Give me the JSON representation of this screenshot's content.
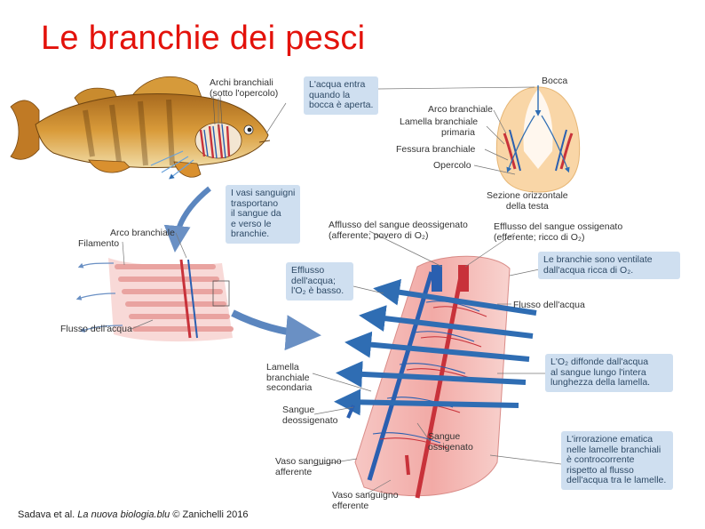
{
  "title": "Le branchie dei pesci",
  "labels": {
    "archi_branchiali": [
      "Archi branchiali",
      "(sotto l'opercolo)"
    ],
    "bocca": "Bocca",
    "arco_branchiale_top": "Arco branchiale",
    "lamella_primaria": [
      "Lamella branchiale",
      "primaria"
    ],
    "fessura": "Fessura branchiale",
    "opercolo": "Opercolo",
    "sezione": [
      "Sezione orizzontale",
      "della testa"
    ],
    "arco_branchiale_mid": "Arco branchiale",
    "filamento": "Filamento",
    "afflusso": [
      "Afflusso del sangue deossigenato",
      "(afferente; povero di O₂)"
    ],
    "efflusso_sangue": [
      "Efflusso del sangue ossigenato",
      "(efferente; ricco di O₂)"
    ],
    "flusso_acqua_left": "Flusso dell'acqua",
    "flusso_acqua_right": "Flusso dell'acqua",
    "lamella_secondaria": [
      "Lamella",
      "branchiale",
      "secondaria"
    ],
    "sangue_deoss": [
      "Sangue",
      "deossigenato"
    ],
    "sangue_oss": [
      "Sangue",
      "ossigenato"
    ],
    "vaso_afferente": [
      "Vaso sanguigno",
      "afferente"
    ],
    "vaso_efferente": [
      "Vaso sanguigno",
      "efferente"
    ]
  },
  "boxes": {
    "acqua_entra": [
      "L'acqua entra",
      "quando la",
      "bocca è aperta."
    ],
    "vasi": [
      "I vasi sanguigni",
      "trasportano",
      "il sangue da",
      "e verso le",
      "branchie."
    ],
    "efflusso_acqua": [
      "Efflusso",
      "dell'acqua;",
      "l'O₂ è basso."
    ],
    "ventilate": [
      "Le branchie sono ventilate",
      "dall'acqua ricca di O₂."
    ],
    "diffonde": [
      "L'O₂ diffonde dall'acqua",
      "al sangue lungo l'intera",
      "lunghezza della lamella."
    ],
    "irrorazione": [
      "L'irrorazione ematica",
      "nelle lamelle branchiali",
      "è controcorrente",
      "rispetto al flusso",
      "dell'acqua tra le lamelle."
    ]
  },
  "credit": {
    "authors": "Sadava et al. ",
    "book": "La nuova biologia.blu",
    "publisher": " © Zanichelli 2016"
  },
  "colors": {
    "title": "#e3120b",
    "box_bg": "#cfdff0",
    "box_text": "#2e4a66",
    "arrow_blue": "#2f6db3",
    "blood_red": "#c8323a",
    "blood_blue": "#2a5fb0",
    "fish_body": "#c9892c"
  }
}
